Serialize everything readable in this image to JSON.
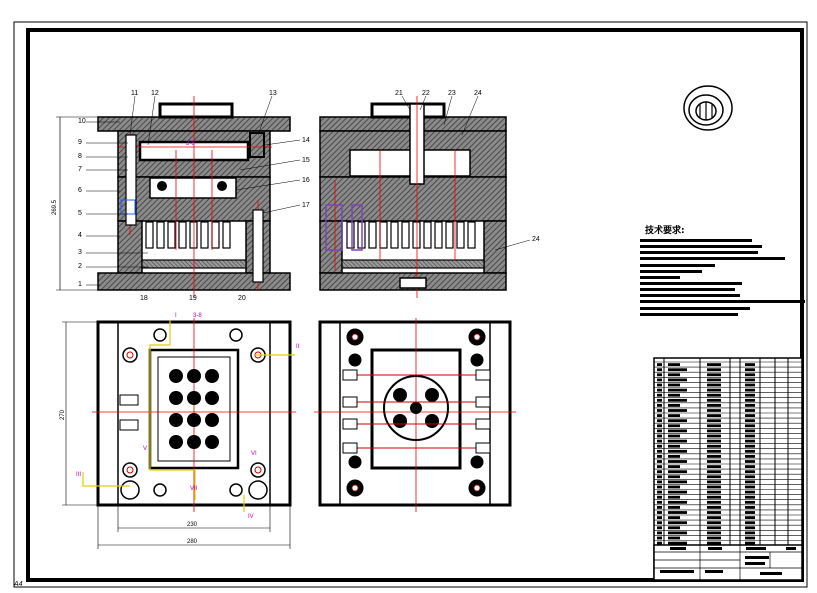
{
  "drawing": {
    "corner_mark": "A4",
    "front_view": {
      "height_dim": "269.5",
      "top_labels": [
        "11",
        "12",
        "13"
      ],
      "left_labels": [
        "10",
        "9",
        "8",
        "7",
        "6",
        "5",
        "4",
        "3",
        "2",
        "1"
      ],
      "right_labels": [
        "14",
        "15",
        "16",
        "17"
      ],
      "bottom_labels": [
        "18",
        "19",
        "20"
      ],
      "center_mark": "3-8"
    },
    "side_view": {
      "top_labels": [
        "21",
        "22",
        "23",
        "24"
      ],
      "right_label": "24"
    },
    "plan_view": {
      "width_dim_inner": "230",
      "width_dim_outer": "280",
      "height_dim": "270",
      "magenta_labels": [
        "I",
        "3-8",
        "II",
        "III",
        "IV",
        "V",
        "VI",
        "VII"
      ]
    },
    "tech_requirements": {
      "title": "技术要求:"
    }
  }
}
